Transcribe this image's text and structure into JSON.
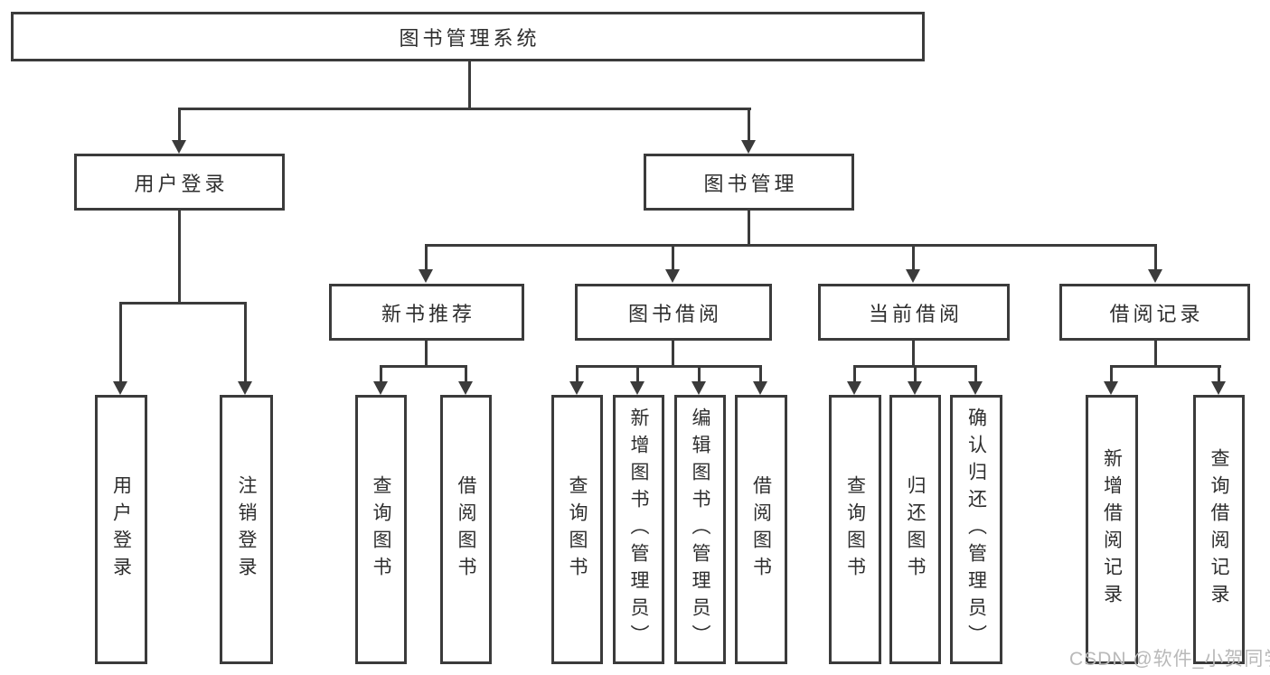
{
  "diagram": {
    "root": {
      "label": "图书管理系统"
    },
    "branches": [
      {
        "label": "用户登录",
        "children": [
          {
            "label": "用户登录"
          },
          {
            "label": "注销登录"
          }
        ]
      },
      {
        "label": "图书管理",
        "children": [
          {
            "label": "新书推荐",
            "children": [
              {
                "label": "查询图书"
              },
              {
                "label": "借阅图书"
              }
            ]
          },
          {
            "label": "图书借阅",
            "children": [
              {
                "label": "查询图书"
              },
              {
                "label": "新增图书（管理员）"
              },
              {
                "label": "编辑图书（管理员）"
              },
              {
                "label": "借阅图书"
              }
            ]
          },
          {
            "label": "当前借阅",
            "children": [
              {
                "label": "查询图书"
              },
              {
                "label": "归还图书"
              },
              {
                "label": "确认归还（管理员）"
              }
            ]
          },
          {
            "label": "借阅记录",
            "children": [
              {
                "label": "新增借阅记录"
              },
              {
                "label": "查询借阅记录"
              }
            ]
          }
        ]
      }
    ]
  },
  "watermark": {
    "text": "CSDN @软件_小贺同学"
  },
  "colors": {
    "line": "#3b3b3b",
    "text": "#2e2e2e",
    "watermark": "#b9b9b9",
    "bg": "#ffffff"
  }
}
